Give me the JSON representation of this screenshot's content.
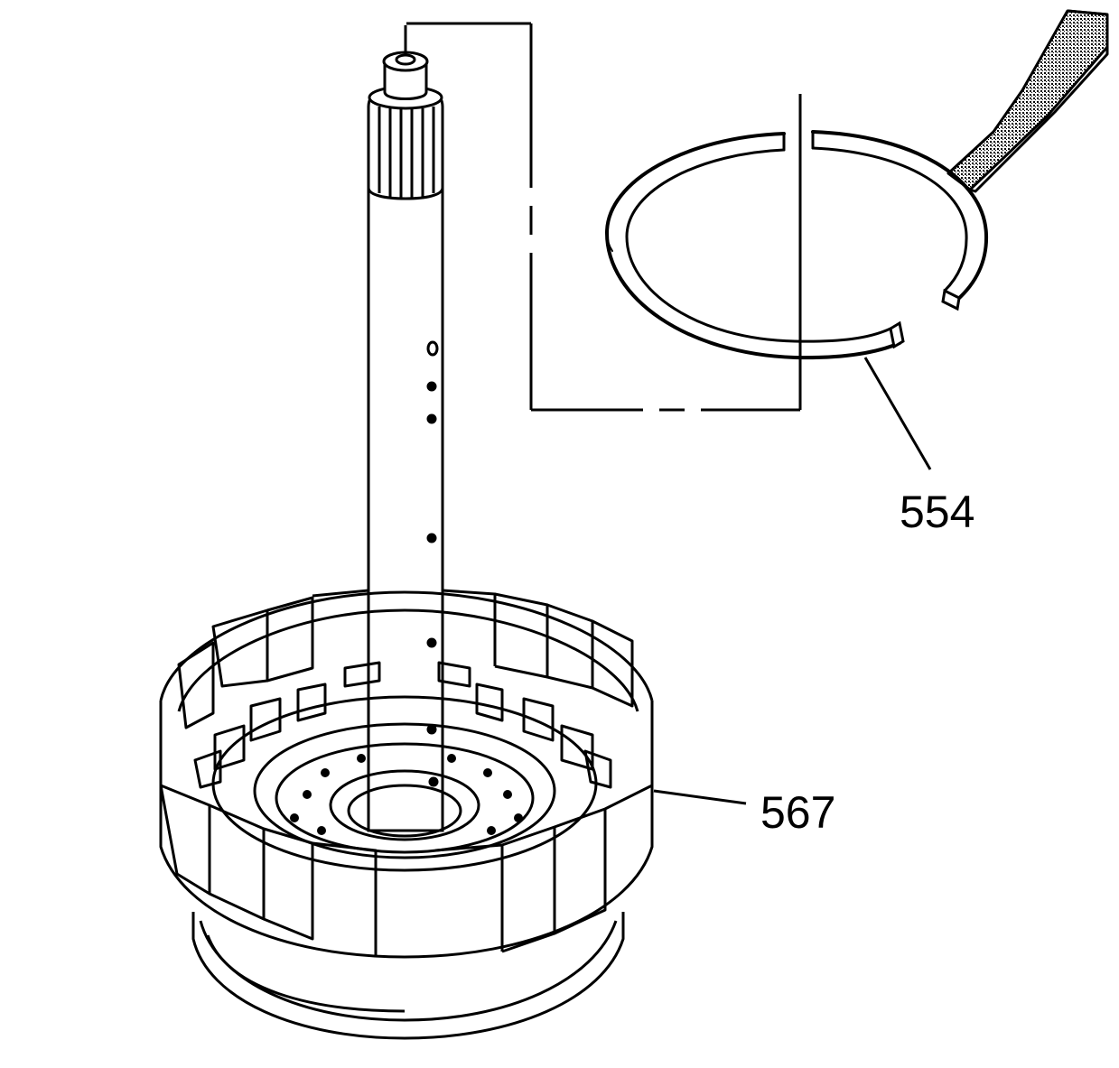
{
  "callouts": [
    {
      "id": "554",
      "label": "554"
    },
    {
      "id": "567",
      "label": "567"
    }
  ],
  "colors": {
    "line": "#000000",
    "background": "#ffffff",
    "tool_fill": "#c8c8c8"
  }
}
